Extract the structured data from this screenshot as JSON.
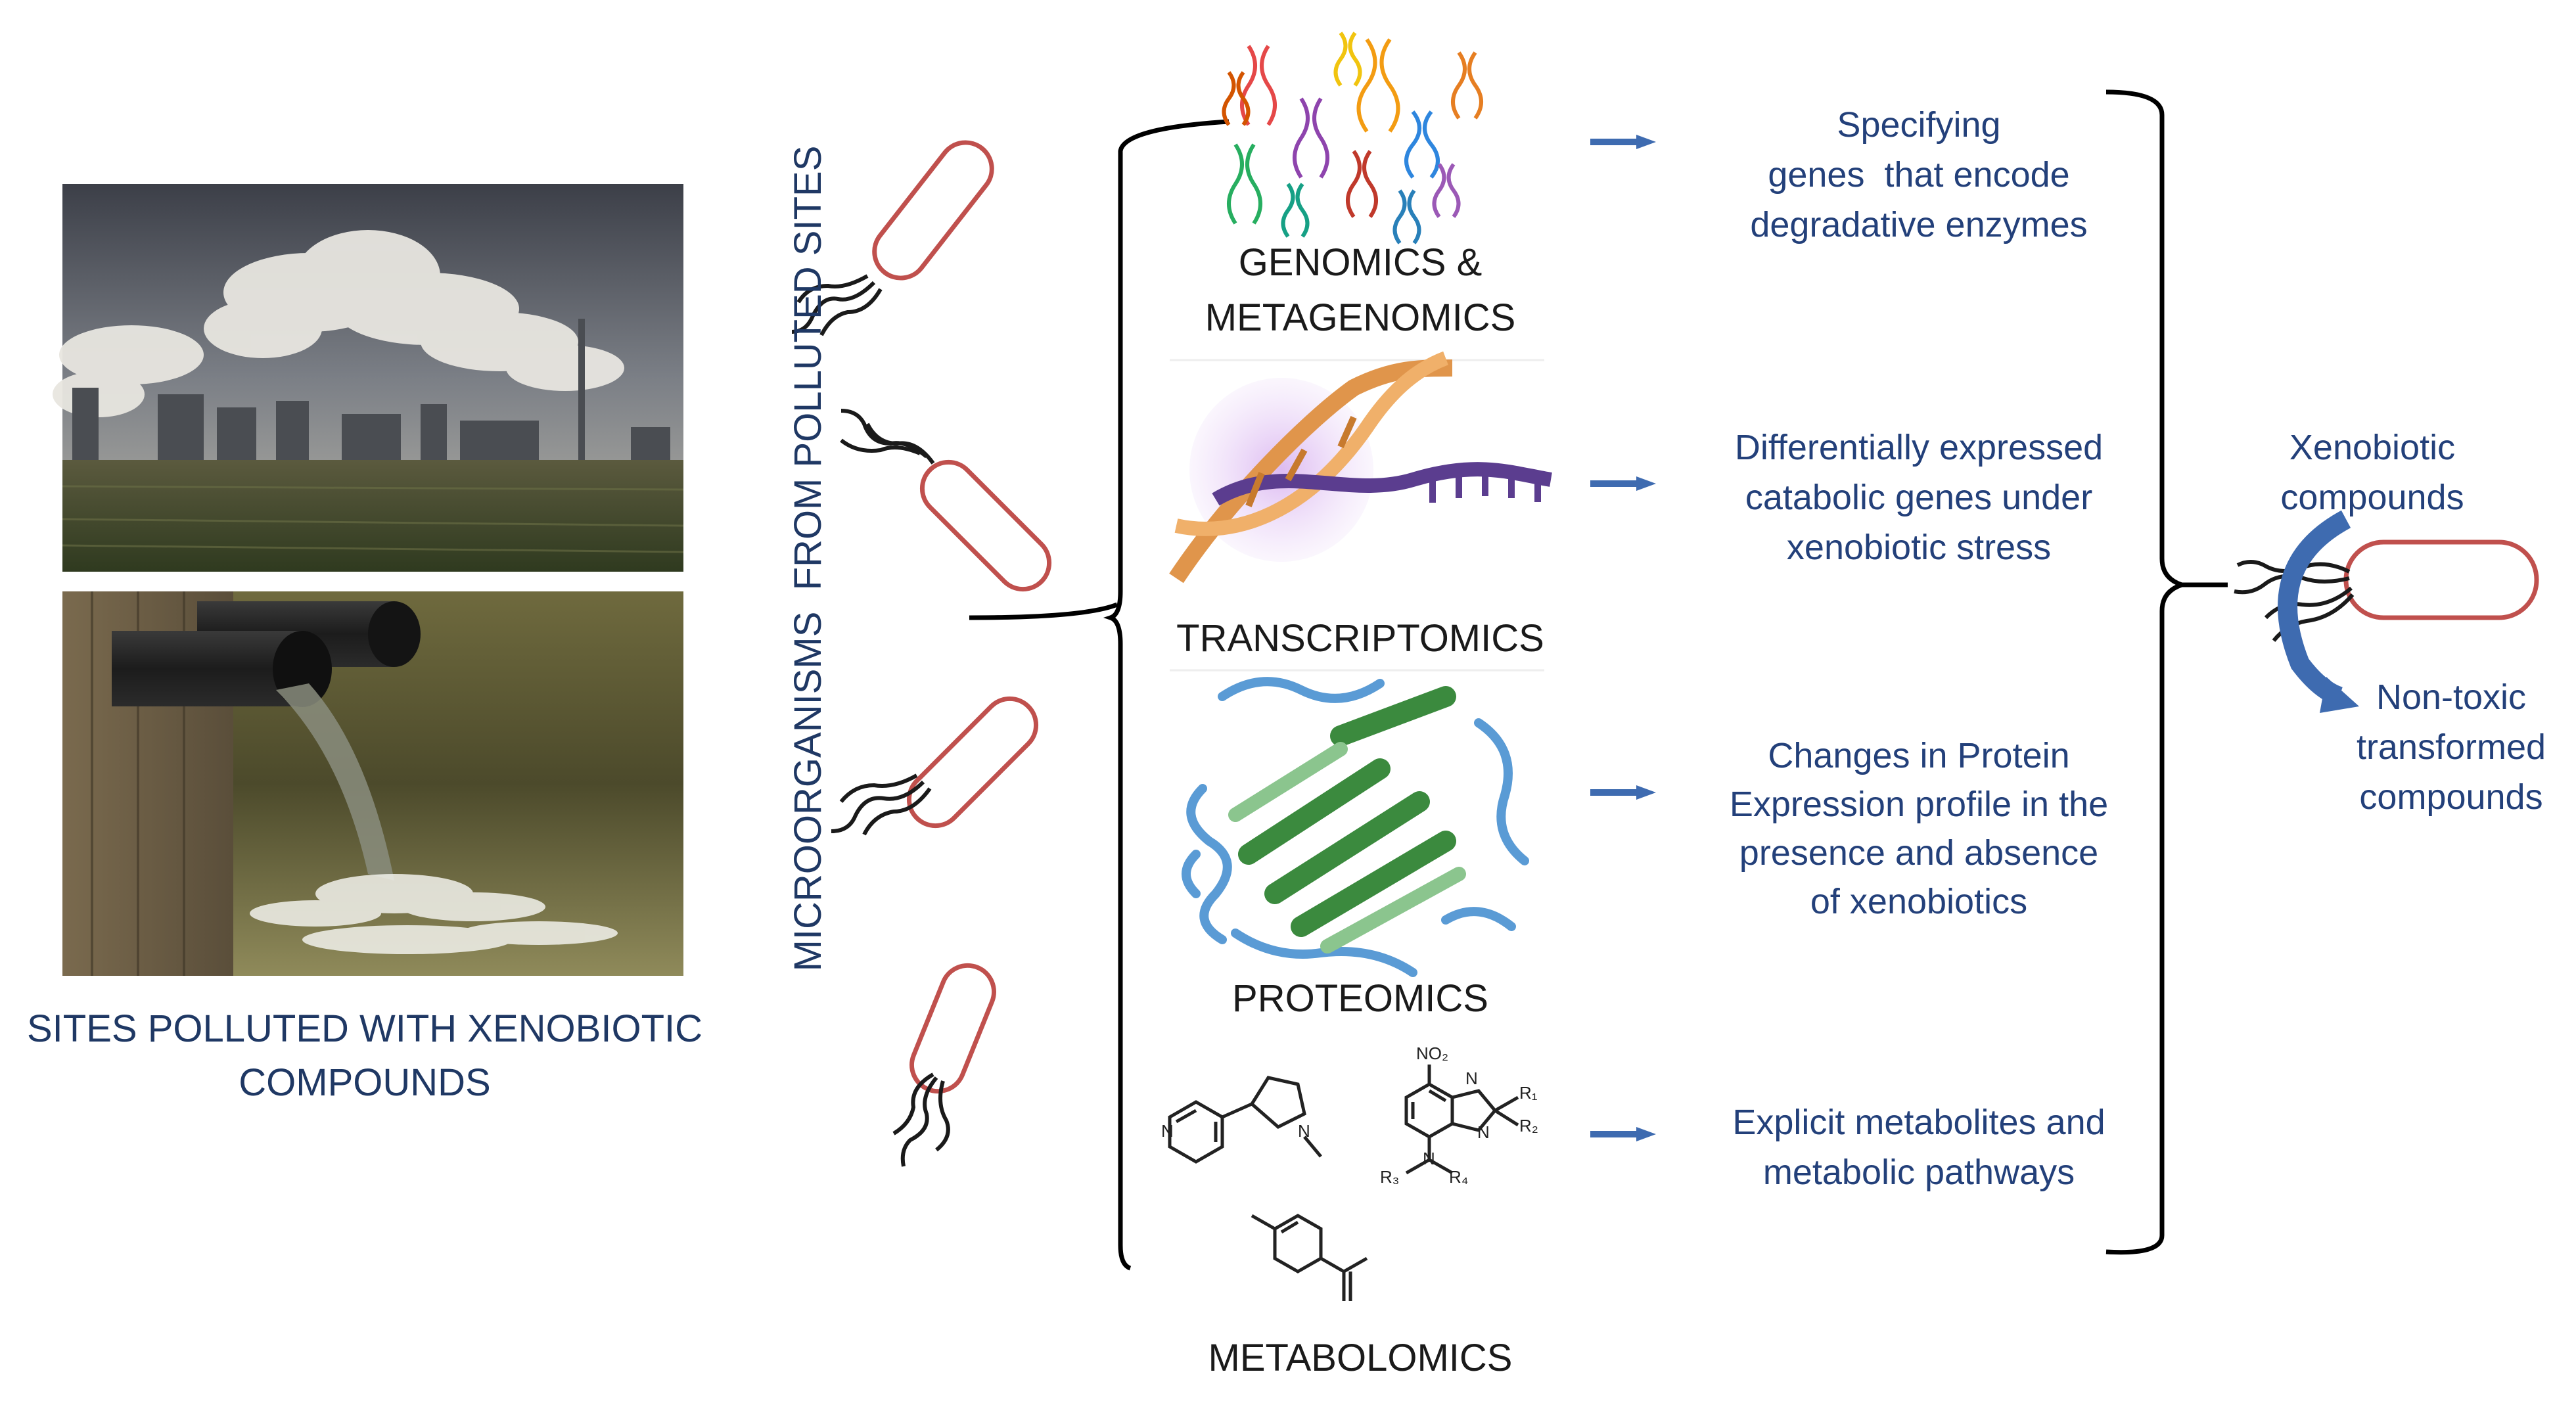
{
  "left": {
    "caption_line1": "SITES POLLUTED WITH XENOBIOTIC",
    "caption_line2": "COMPOUNDS"
  },
  "vertical_label": "MICROORGANISMS  FROM POLLUTED SITES",
  "omics": [
    {
      "label_line1": "GENOMICS &",
      "label_line2": "METAGENOMICS",
      "desc": [
        "Specifying",
        "genes  that encode",
        "degradative enzymes"
      ]
    },
    {
      "label_line1": "TRANSCRIPTOMICS",
      "label_line2": "",
      "desc": [
        "Differentially expressed",
        "catabolic genes under",
        "xenobiotic stress"
      ]
    },
    {
      "label_line1": "PROTEOMICS",
      "label_line2": "",
      "desc": [
        "Changes in Protein",
        "Expression profile in the",
        "presence and absence",
        "of xenobiotics"
      ]
    },
    {
      "label_line1": "METABOLOMICS",
      "label_line2": "",
      "desc": [
        "Explicit metabolites and",
        "metabolic pathways"
      ]
    }
  ],
  "right": {
    "input_line1": "Xenobiotic",
    "input_line2": "compounds",
    "output_line1": "Non-toxic",
    "output_line2": "transformed",
    "output_line3": "compounds"
  },
  "chem_labels": {
    "no2": "NO₂",
    "r1": "R₁",
    "r2": "R₂",
    "r3": "R₃",
    "r4": "R₄",
    "n1": "N",
    "n2": "N",
    "n3": "N",
    "n4": "N",
    "n5": "N"
  },
  "colors": {
    "text": "#1f3864",
    "arrow": "#3e6bb0",
    "cell": "#c0504d",
    "bracket": "#000000"
  }
}
